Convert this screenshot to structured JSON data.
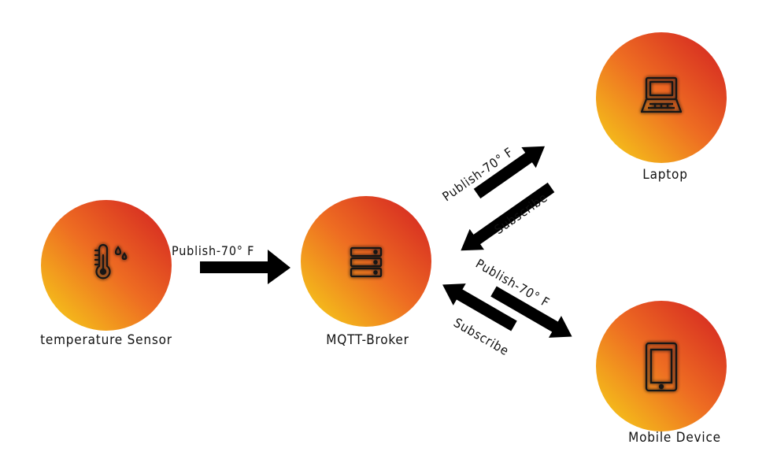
{
  "nodes": {
    "sensor": {
      "label": "temperature Sensor",
      "icon": "thermometer-icon"
    },
    "broker": {
      "label": "MQTT-Broker",
      "icon": "server-icon"
    },
    "laptop": {
      "label": "Laptop",
      "icon": "laptop-icon"
    },
    "mobile": {
      "label": "Mobile Device",
      "icon": "tablet-icon"
    }
  },
  "edges": {
    "sensor_to_broker": {
      "label": "Publish-70° F"
    },
    "broker_to_laptop": {
      "label": "Publish-70° F"
    },
    "laptop_to_broker": {
      "label": "Subscribe"
    },
    "broker_to_mobile": {
      "label": "Publish-70° F"
    },
    "mobile_to_broker": {
      "label": "Subscribe"
    }
  },
  "colors": {
    "node_gradient_light": "#f5c41a",
    "node_gradient_mid": "#ee6d22",
    "node_gradient_dark": "#d62a22",
    "icon_stroke": "#141414",
    "arrow": "#000000"
  }
}
